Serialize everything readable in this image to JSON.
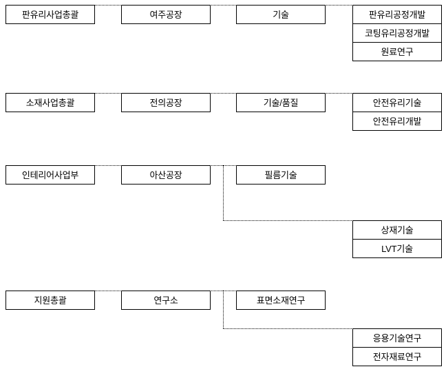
{
  "diagram": {
    "type": "organization-chart",
    "orientation": "horizontal",
    "connector_style": "dotted",
    "box_border_color": "#000000",
    "box_fill_color": "#ffffff",
    "text_color": "#000000",
    "rows": [
      {
        "id": "row-1",
        "division": "판유리사업총괄",
        "plant": "여주공장",
        "function": "기술",
        "teams": [
          "판유리공정개발",
          "코팅유리공정개발",
          "원료연구"
        ],
        "branch_teams": []
      },
      {
        "id": "row-2",
        "division": "소재사업총괄",
        "plant": "전의공장",
        "function": "기술/품질",
        "teams": [
          "안전유리기술",
          "안전유리개발"
        ],
        "branch_teams": []
      },
      {
        "id": "row-3",
        "division": "인테리어사업부",
        "plant": "아산공장",
        "function": "필름기술",
        "teams": [],
        "branch_teams": [
          "상재기술",
          "LVT기술"
        ]
      },
      {
        "id": "row-4",
        "division": "지원총괄",
        "plant": "연구소",
        "function": "표면소재연구",
        "teams": [],
        "branch_teams": [
          "응용기술연구",
          "전자재료연구"
        ]
      }
    ]
  }
}
